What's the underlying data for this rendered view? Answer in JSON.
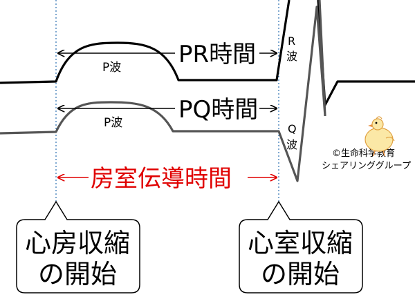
{
  "labels": {
    "pr_interval": "PR時間",
    "pq_interval": "PQ時間",
    "atrial_conduction": "房室伝導時間",
    "p_wave_top": "P波",
    "p_wave_bottom": "P波",
    "r_letter": "R",
    "r_wave_char": "波",
    "q_letter": "Q",
    "q_wave_char": "波"
  },
  "callouts": {
    "atrial_line1": "心房収縮",
    "atrial_line2": "の開始",
    "ventricular_line1": "心室収縮",
    "ventricular_line2": "の開始"
  },
  "credit": {
    "line1": "©生命科学教育",
    "line2": "シェアリンググループ"
  },
  "colors": {
    "arrow_red": "#e00000",
    "guide_blue": "#2a6fb0",
    "waveform": "#000000"
  }
}
